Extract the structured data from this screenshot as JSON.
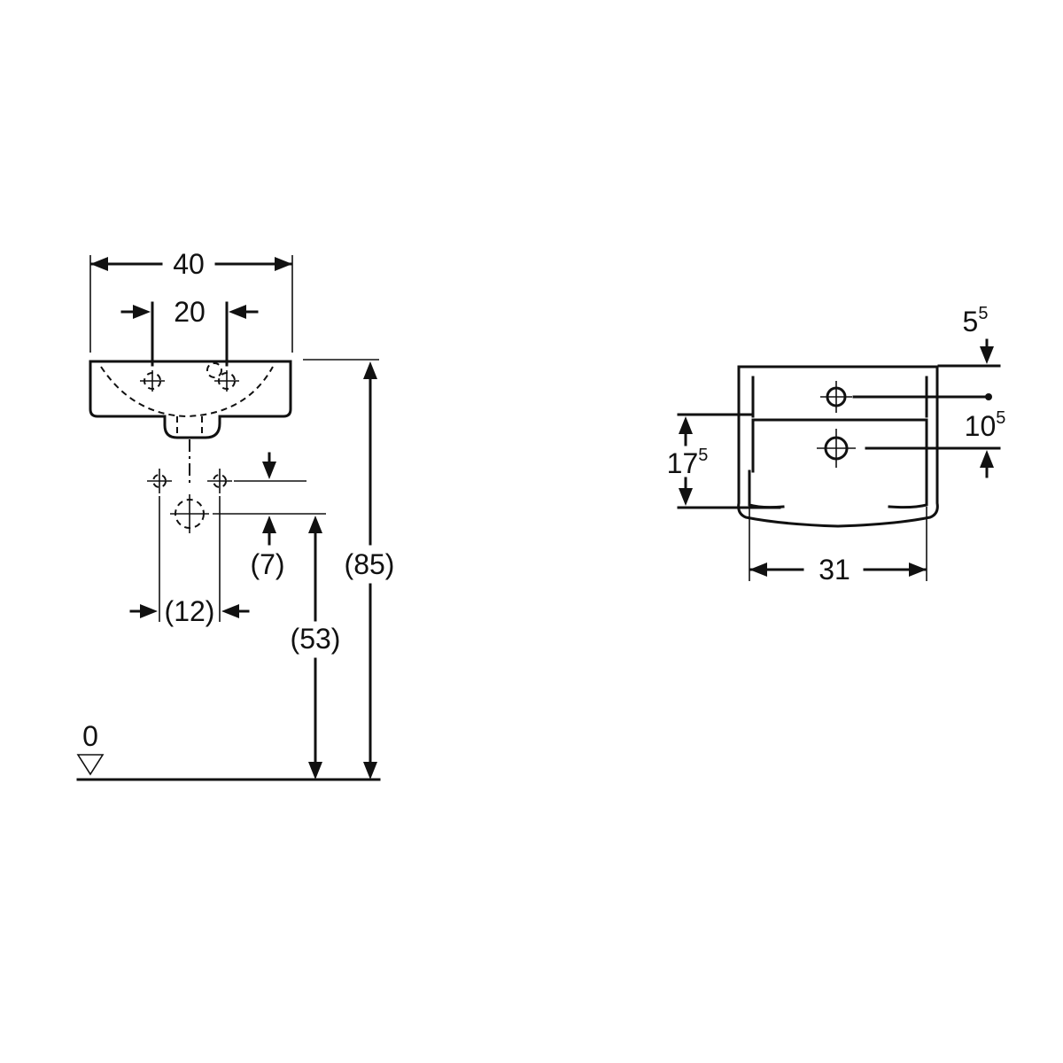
{
  "side_view": {
    "width_overall": "40",
    "tap_hole_spacing": "20",
    "supply_offset": "(7)",
    "supply_spacing": "(12)",
    "waste_height": "(53)",
    "rim_height": "(85)",
    "floor_level": "0"
  },
  "top_view": {
    "rim_offset": {
      "base": "5",
      "sup": "5"
    },
    "hole_offset": {
      "base": "10",
      "sup": "5"
    },
    "depth": {
      "base": "17",
      "sup": "5"
    },
    "inner_width": "31"
  }
}
